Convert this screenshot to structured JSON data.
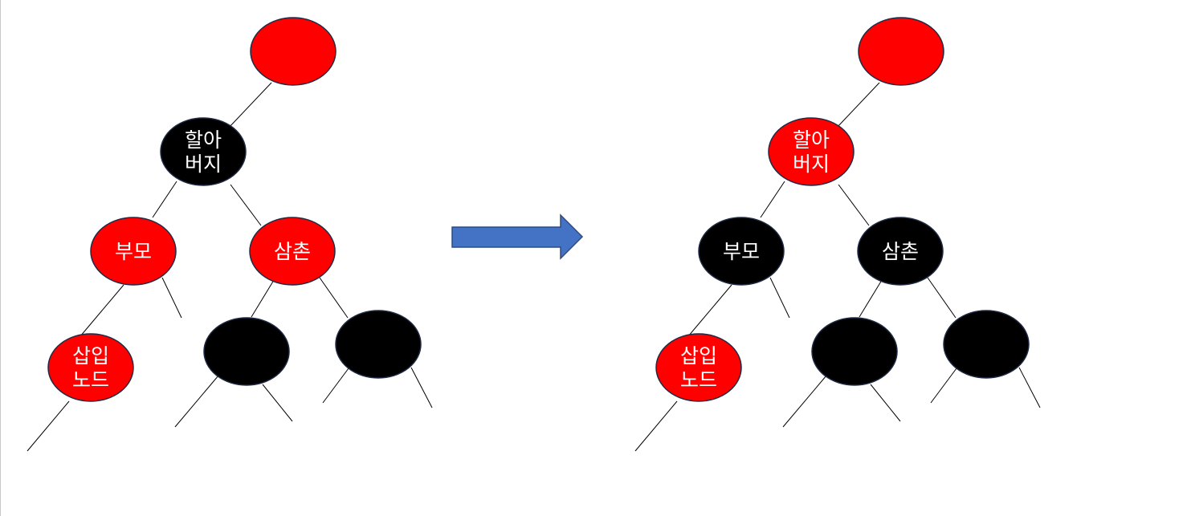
{
  "colors": {
    "red": "#ff0000",
    "black": "#000000",
    "arrow": "#4472c4",
    "arrow_stroke": "#2f4b7c"
  },
  "labels": {
    "grandparent": [
      "할아",
      "버지"
    ],
    "parent": [
      "부모"
    ],
    "uncle": [
      "삼촌"
    ],
    "inserted": [
      "삽입",
      "노드"
    ]
  },
  "before": {
    "root": "red",
    "grandparent": "black",
    "parent": "red",
    "uncle": "red",
    "inserted": "red",
    "uncle_left_child": "black",
    "uncle_right_child": "black"
  },
  "after": {
    "root": "red",
    "grandparent": "red",
    "parent": "black",
    "uncle": "black",
    "inserted": "red",
    "uncle_left_child": "black",
    "uncle_right_child": "black"
  },
  "arrow": {
    "icon": "right-arrow-icon",
    "direction": "right"
  }
}
